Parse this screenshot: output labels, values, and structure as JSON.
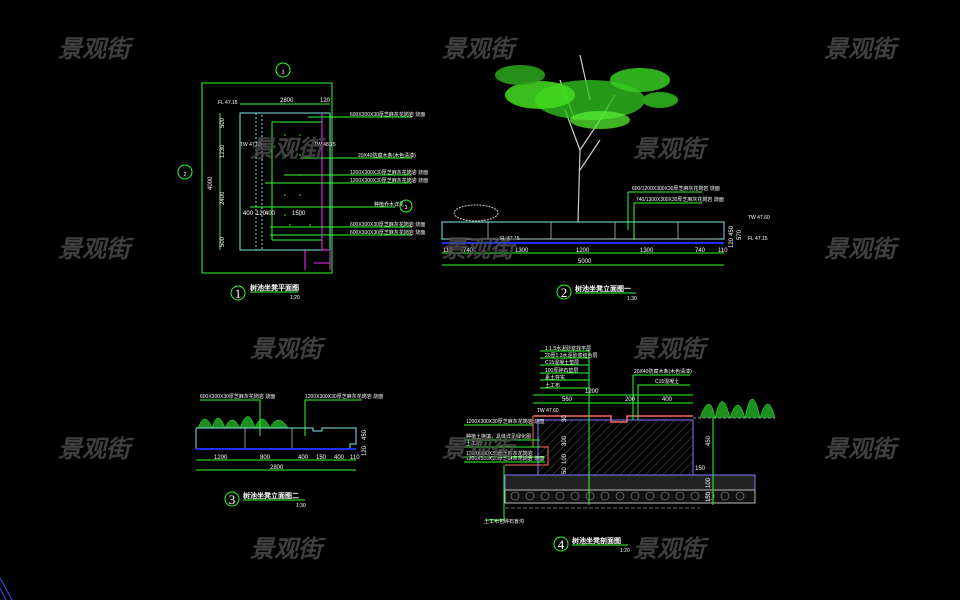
{
  "watermark": "景观街",
  "drawing1": {
    "number": "1",
    "title": "树池坐凳平面图",
    "scale": "1:20",
    "section_marker": "3",
    "left_marker": "2",
    "elevations": [
      "FL 47.15",
      "TW 47.60",
      "TW 48.15"
    ],
    "dims_top": [
      "2800",
      "120"
    ],
    "dims_left": [
      "500",
      "1230",
      "2400",
      "500",
      "4000"
    ],
    "dims_inner": [
      "400",
      "120",
      "400",
      "1500"
    ],
    "notes": [
      "600X300X30厚芝麻灰花岗岩 烧面",
      "20X40防腐木条(木色清漆)",
      "1200X300X30厚芝麻灰花岗岩 烧面",
      "1200X300X30厚芝麻灰花岗岩 烧面",
      "种植乔木详见",
      "600X300X30厚芝麻灰花岗岩 烧面",
      "600X300X30厚芝麻灰花岗岩 烧面"
    ],
    "note_marker": "3"
  },
  "drawing2": {
    "number": "2",
    "title": "树池坐凳立面图一",
    "scale": "1:30",
    "elevations": [
      "FL 47.15",
      "TW 47.60",
      "FL 47.15"
    ],
    "dims": [
      "110",
      "740",
      "1300",
      "1200",
      "1300",
      "740",
      "110"
    ],
    "total": "5000",
    "dims_right": [
      "450",
      "120",
      "570"
    ],
    "notes": [
      "600/1200X300X30厚芝麻灰花岗岩 烧面",
      "740/1300X300X30厚芝麻灰花岗岩 烧面"
    ]
  },
  "drawing3": {
    "number": "3",
    "title": "树池坐凳立面图二",
    "scale": "1:30",
    "dims": [
      "1200",
      "800",
      "400",
      "150",
      "400",
      "110"
    ],
    "total": "2800",
    "dims_right": [
      "450",
      "120"
    ],
    "notes": [
      "600X300X30厚芝麻灰花岗岩 烧面",
      "1200X300X30厚芝麻灰花岗岩 烧面"
    ]
  },
  "drawing4": {
    "number": "4",
    "title": "树池坐凳剖面图",
    "scale": "1:20",
    "elevation": "TW 47.60",
    "dims_top": [
      "1200",
      "560",
      "200",
      "400"
    ],
    "dims_right": [
      "450",
      "150",
      "100",
      "150"
    ],
    "dims_left": [
      "30",
      "300",
      "100",
      "50"
    ],
    "notes_top": [
      "1:1.5水泥砂浆找平层",
      "20厚1:3水泥砂浆结合层",
      "C15混凝土垫层",
      "100厚碎石垫层",
      "素土夯实",
      "土工布"
    ],
    "notes_right": [
      "20X40防腐木条(木色清漆)",
      "C15混凝土"
    ],
    "notes_left": [
      "1200X300X30厚芝麻灰花岗岩 烧面",
      "种植土换填，具体详见绿化图",
      "土工布",
      "1200X300X30厚芝麻灰花岗岩",
      "1200X300X30厚芝麻灰花岗岩 烧面"
    ],
    "note_bottom": "土工布包碎石盲沟"
  }
}
